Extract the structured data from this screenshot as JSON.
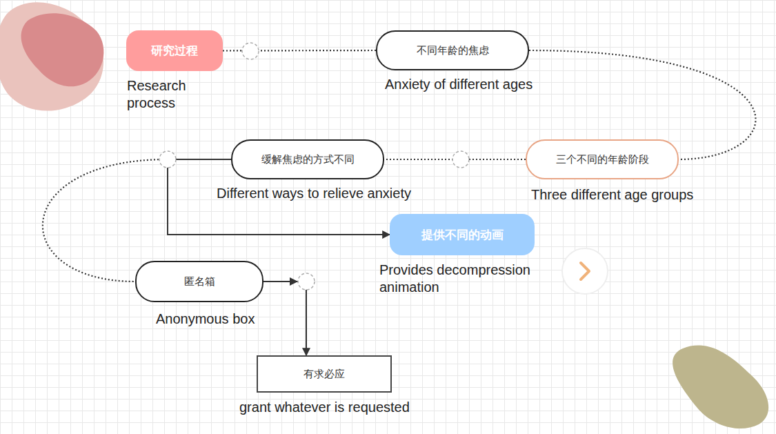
{
  "diagram": {
    "nodes": [
      {
        "text": [
          "研究过程",
          "Research process"
        ]
      },
      {
        "text": [
          "不同年龄的焦虑",
          "Anxiety of different ages"
        ]
      },
      {
        "text": [
          "三个不同的年龄阶段",
          "Three different age groups"
        ]
      },
      {
        "text": [
          "缓解焦虑的方式不同",
          "Different ways to relieve anxiety"
        ]
      },
      {
        "text": [
          "提供不同的动画",
          "Provides decompression animation"
        ]
      },
      {
        "text": [
          "匿名箱",
          "Anonymous box"
        ]
      },
      {
        "text": [
          "有求必应",
          "grant whatever is requested"
        ]
      }
    ],
    "edges": [
      {
        "from": 0,
        "to": 1,
        "arrow": "none"
      },
      {
        "from": 1,
        "to": 2,
        "arrow": "none"
      },
      {
        "from": 2,
        "to": 3,
        "arrow": "none"
      },
      {
        "from": 3,
        "to": 4,
        "arrow": "to"
      },
      {
        "from": 3,
        "to": 5,
        "arrow": "none"
      },
      {
        "from": 5,
        "to": 6,
        "arrow": "to"
      }
    ]
  }
}
